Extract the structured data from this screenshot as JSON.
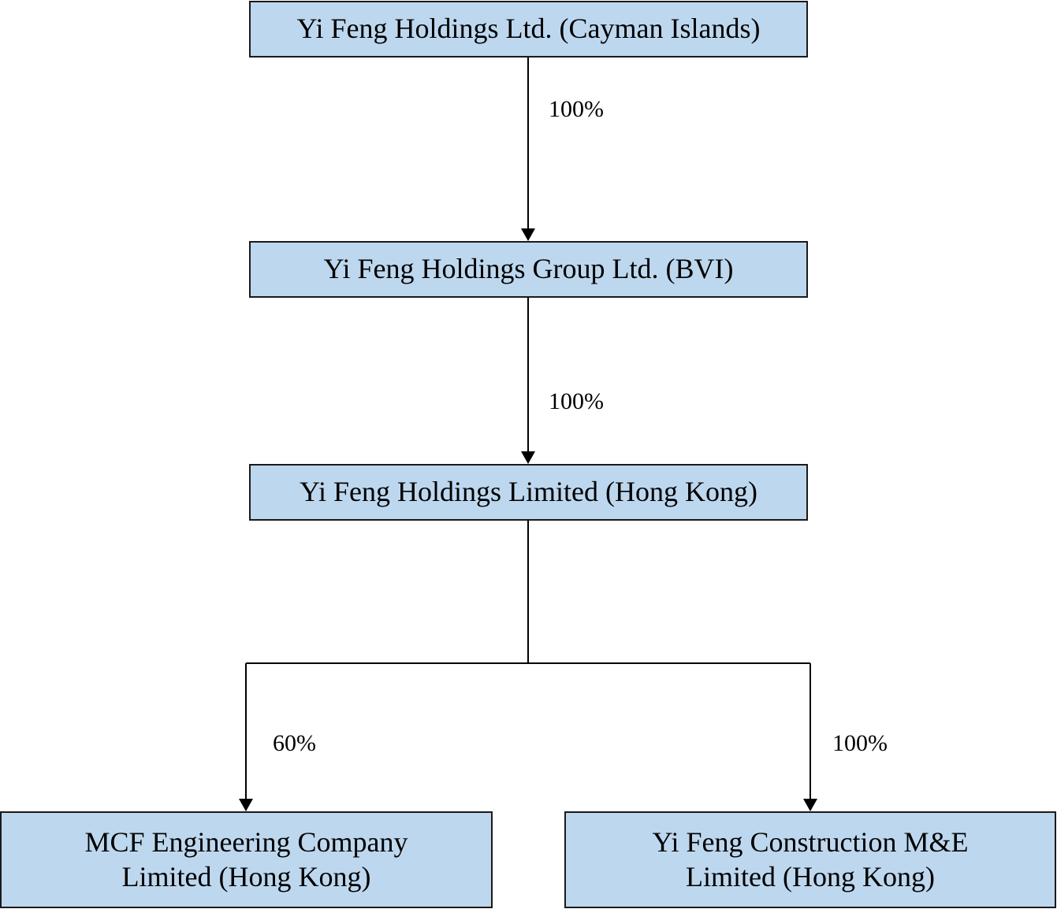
{
  "colors": {
    "box_fill": "#bdd7ee",
    "line": "#000000"
  },
  "entities": {
    "cayman": "Yi Feng Holdings Ltd. (Cayman Islands)",
    "bvi": "Yi Feng Holdings Group Ltd. (BVI)",
    "hong_kong": "Yi Feng Holdings Limited (Hong Kong)",
    "mcf_line1": "MCF Engineering Company",
    "mcf_line2": "Limited (Hong Kong)",
    "me_line1": "Yi Feng Construction M&E",
    "me_line2": "Limited (Hong Kong)"
  },
  "ownership": {
    "cayman_to_bvi": "100%",
    "bvi_to_hk": "100%",
    "hk_to_mcf": "60%",
    "hk_to_me": "100%"
  }
}
